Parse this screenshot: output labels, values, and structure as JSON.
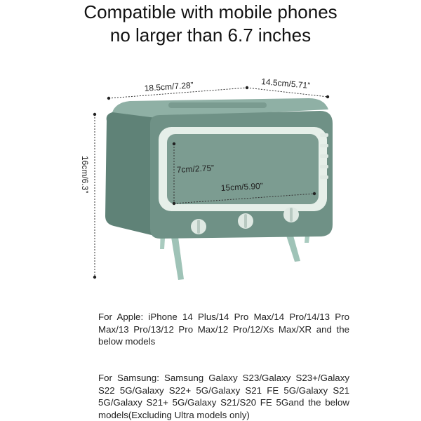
{
  "headline": {
    "line1": "Compatible with mobile phones",
    "line2": "no larger than 6.7 inches"
  },
  "dimensions": {
    "width": "18.5cm/7.28”",
    "depth": "14.5cm/5.71”",
    "height": "16cm/6.3”",
    "screen_height": "7cm/2.75”",
    "screen_width": "15cm/5.90”"
  },
  "colors": {
    "body": "#6f9186",
    "body_dark": "#5b7d72",
    "top": "#8fb0a5",
    "frame": "#e6efe9",
    "screen": "#7c9c91",
    "legs": "#9fc3b7",
    "knob": "#dfe9e3"
  },
  "compatibility": {
    "apple": "For Apple: iPhone 14 Plus/14 Pro Max/14 Pro/14/13 Pro Max/13 Pro/13/12 Pro Max/12 Pro/12/Xs Max/XR and the below models",
    "samsung": "For Samsung: Samsung Galaxy S23/Galaxy S23+/Galaxy S22 5G/Galaxy S22+ 5G/Galaxy S21 FE 5G/Galaxy S21 5G/Galaxy S21+ 5G/Galaxy S21/S20 FE 5Gand the below models(Excluding Ultra models only)"
  }
}
